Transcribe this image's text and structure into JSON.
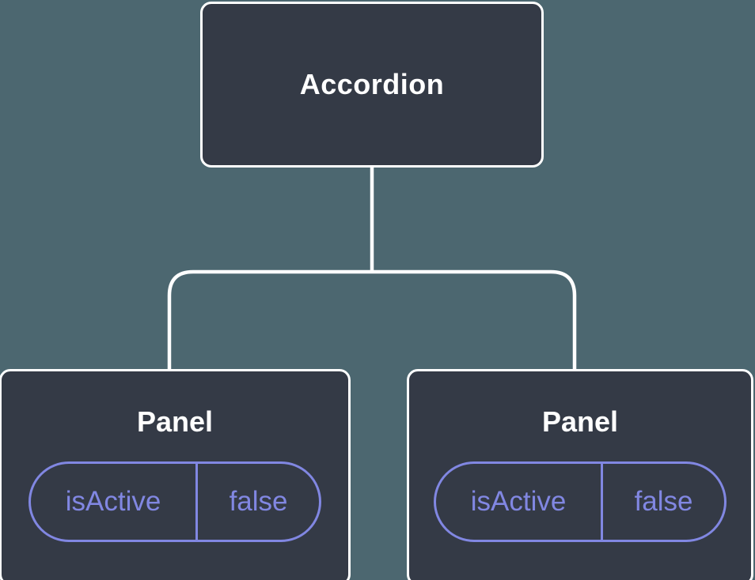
{
  "diagram": {
    "root": {
      "label": "Accordion"
    },
    "panels": [
      {
        "title": "Panel",
        "prop_name": "isActive",
        "prop_value": "false"
      },
      {
        "title": "Panel",
        "prop_name": "isActive",
        "prop_value": "false"
      }
    ],
    "colors": {
      "background": "#4C6770",
      "node_fill": "#343A46",
      "node_border": "#FFFFFF",
      "connector": "#FFFFFF",
      "state_accent": "#8187E2",
      "title_text": "#FFFFFF"
    }
  }
}
